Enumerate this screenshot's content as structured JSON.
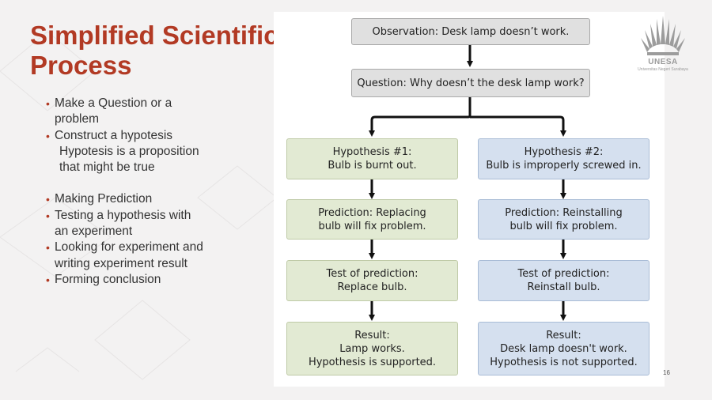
{
  "slide": {
    "title_line1": "Simplified Scientific",
    "title_line2": "Process",
    "page_number": "16"
  },
  "bullets": [
    {
      "lines": [
        "Make a Question or a",
        "problem"
      ]
    },
    {
      "lines": [
        "Construct a hypotesis"
      ]
    },
    {
      "sub_lines": [
        "Hypotesis is a proposition",
        "that might be true"
      ]
    },
    {
      "lines": [
        "Making Prediction"
      ]
    },
    {
      "lines": [
        "Testing a hypothesis with",
        "an experiment"
      ]
    },
    {
      "lines": [
        "Looking for experiment and",
        "writing experiment result"
      ]
    },
    {
      "lines": [
        "Forming conclusion"
      ]
    }
  ],
  "flowchart": {
    "observation": "Observation: Desk lamp doesn’t work.",
    "question": "Question: Why doesn’t the desk lamp work?",
    "left": {
      "hypothesis": [
        "Hypothesis #1:",
        "Bulb is burnt out."
      ],
      "prediction": [
        "Prediction: Replacing",
        "bulb will fix problem."
      ],
      "test": [
        "Test of prediction:",
        "Replace bulb."
      ],
      "result": [
        "Result:",
        "Lamp works.",
        "Hypothesis is supported."
      ]
    },
    "right": {
      "hypothesis": [
        "Hypothesis #2:",
        "Bulb is improperly screwed in."
      ],
      "prediction": [
        "Prediction: Reinstalling",
        "bulb will fix problem."
      ],
      "test": [
        "Test of prediction:",
        "Reinstall bulb."
      ],
      "result": [
        "Result:",
        "Desk lamp doesn't work.",
        "Hypothesis is not supported."
      ]
    },
    "colors": {
      "gray": "#e0e0e0",
      "green": "#e2ead3",
      "blue": "#d5e0ef",
      "title": "#b23a24"
    }
  },
  "logo": {
    "name": "UNESA",
    "subtitle": "Universitas Negeri Surabaya",
    "icon": "unesa-emblem-icon"
  }
}
